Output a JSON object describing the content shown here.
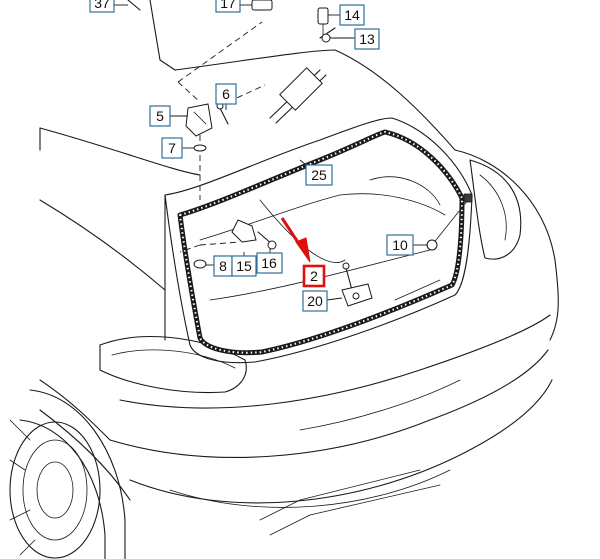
{
  "callouts": [
    {
      "id": "37",
      "label": "37"
    },
    {
      "id": "17",
      "label": "17"
    },
    {
      "id": "14",
      "label": "14"
    },
    {
      "id": "13",
      "label": "13"
    },
    {
      "id": "6",
      "label": "6"
    },
    {
      "id": "5",
      "label": "5"
    },
    {
      "id": "7",
      "label": "7"
    },
    {
      "id": "25",
      "label": "25"
    },
    {
      "id": "10",
      "label": "10"
    },
    {
      "id": "8",
      "label": "8"
    },
    {
      "id": "15",
      "label": "15"
    },
    {
      "id": "16",
      "label": "16"
    },
    {
      "id": "2",
      "label": "2",
      "highlighted": true
    },
    {
      "id": "20",
      "label": "20"
    }
  ],
  "colors": {
    "callout_border": "#2f6f9a",
    "highlight": "#e01010",
    "line": "#1a1a1a"
  }
}
